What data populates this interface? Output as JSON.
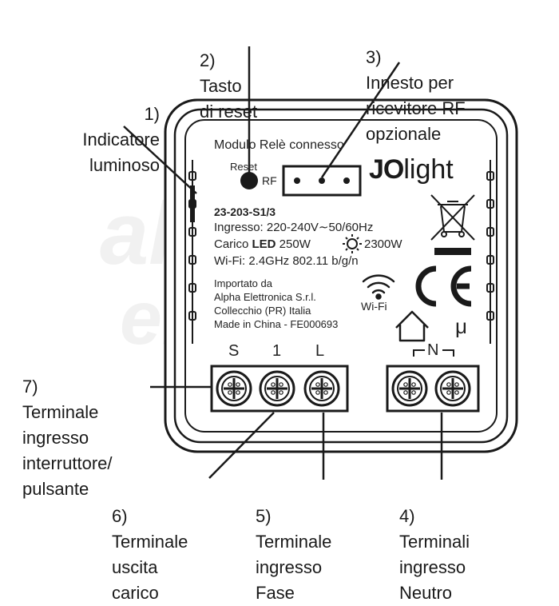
{
  "callouts": {
    "c1": {
      "number": "1)",
      "text": "Indicatore\nluminoso"
    },
    "c2": {
      "number": "2)",
      "text": "Tasto\ndi reset"
    },
    "c3": {
      "number": "3)",
      "text": "Innesto per\nricevitore RF\nopzionale"
    },
    "c4": {
      "number": "4)",
      "text": "Terminali\ningresso\nNeutro"
    },
    "c5": {
      "number": "5)",
      "text": "Terminale\ningresso\nFase"
    },
    "c6": {
      "number": "6)",
      "text": "Terminale\nuscita\ncarico"
    },
    "c7": {
      "number": "7)",
      "text": "Terminale\ningresso\ninterruttore/\npulsante"
    }
  },
  "device": {
    "title": "Modulo Relè connesso",
    "reset_label": "Reset",
    "rf_label": "RF",
    "brand_bold": "JO",
    "brand_light": "light",
    "model": "23-203-S1/3",
    "input_spec": "Ingresso: 220-240V∼50/60Hz",
    "load_prefix": "Carico ",
    "load_led": "LED",
    "load_led_value": " 250W",
    "load_bulb_value": "2300W",
    "wifi_spec": "Wi-Fi: 2.4GHz  802.11 b/g/n",
    "importer": [
      "Importato da",
      "Alpha Elettronica  S.r.l.",
      "Collecchio (PR)  Italia",
      "Made in China - FE000693"
    ],
    "wifi_label": "Wi-Fi",
    "ce_mark": "CE",
    "micro_mark": "μ"
  },
  "terminals": {
    "labels": [
      "S",
      "1",
      "L"
    ],
    "neutral_label": "N"
  },
  "colors": {
    "ink": "#1a1a1a",
    "case_fill": "#ffffff",
    "screw": "#2a2a2a",
    "watermark": "#f1f1f1"
  },
  "icons": [
    "weee-bin-icon",
    "sun-bulb-icon",
    "wifi-icon",
    "home-icon",
    "ce-mark-icon"
  ]
}
